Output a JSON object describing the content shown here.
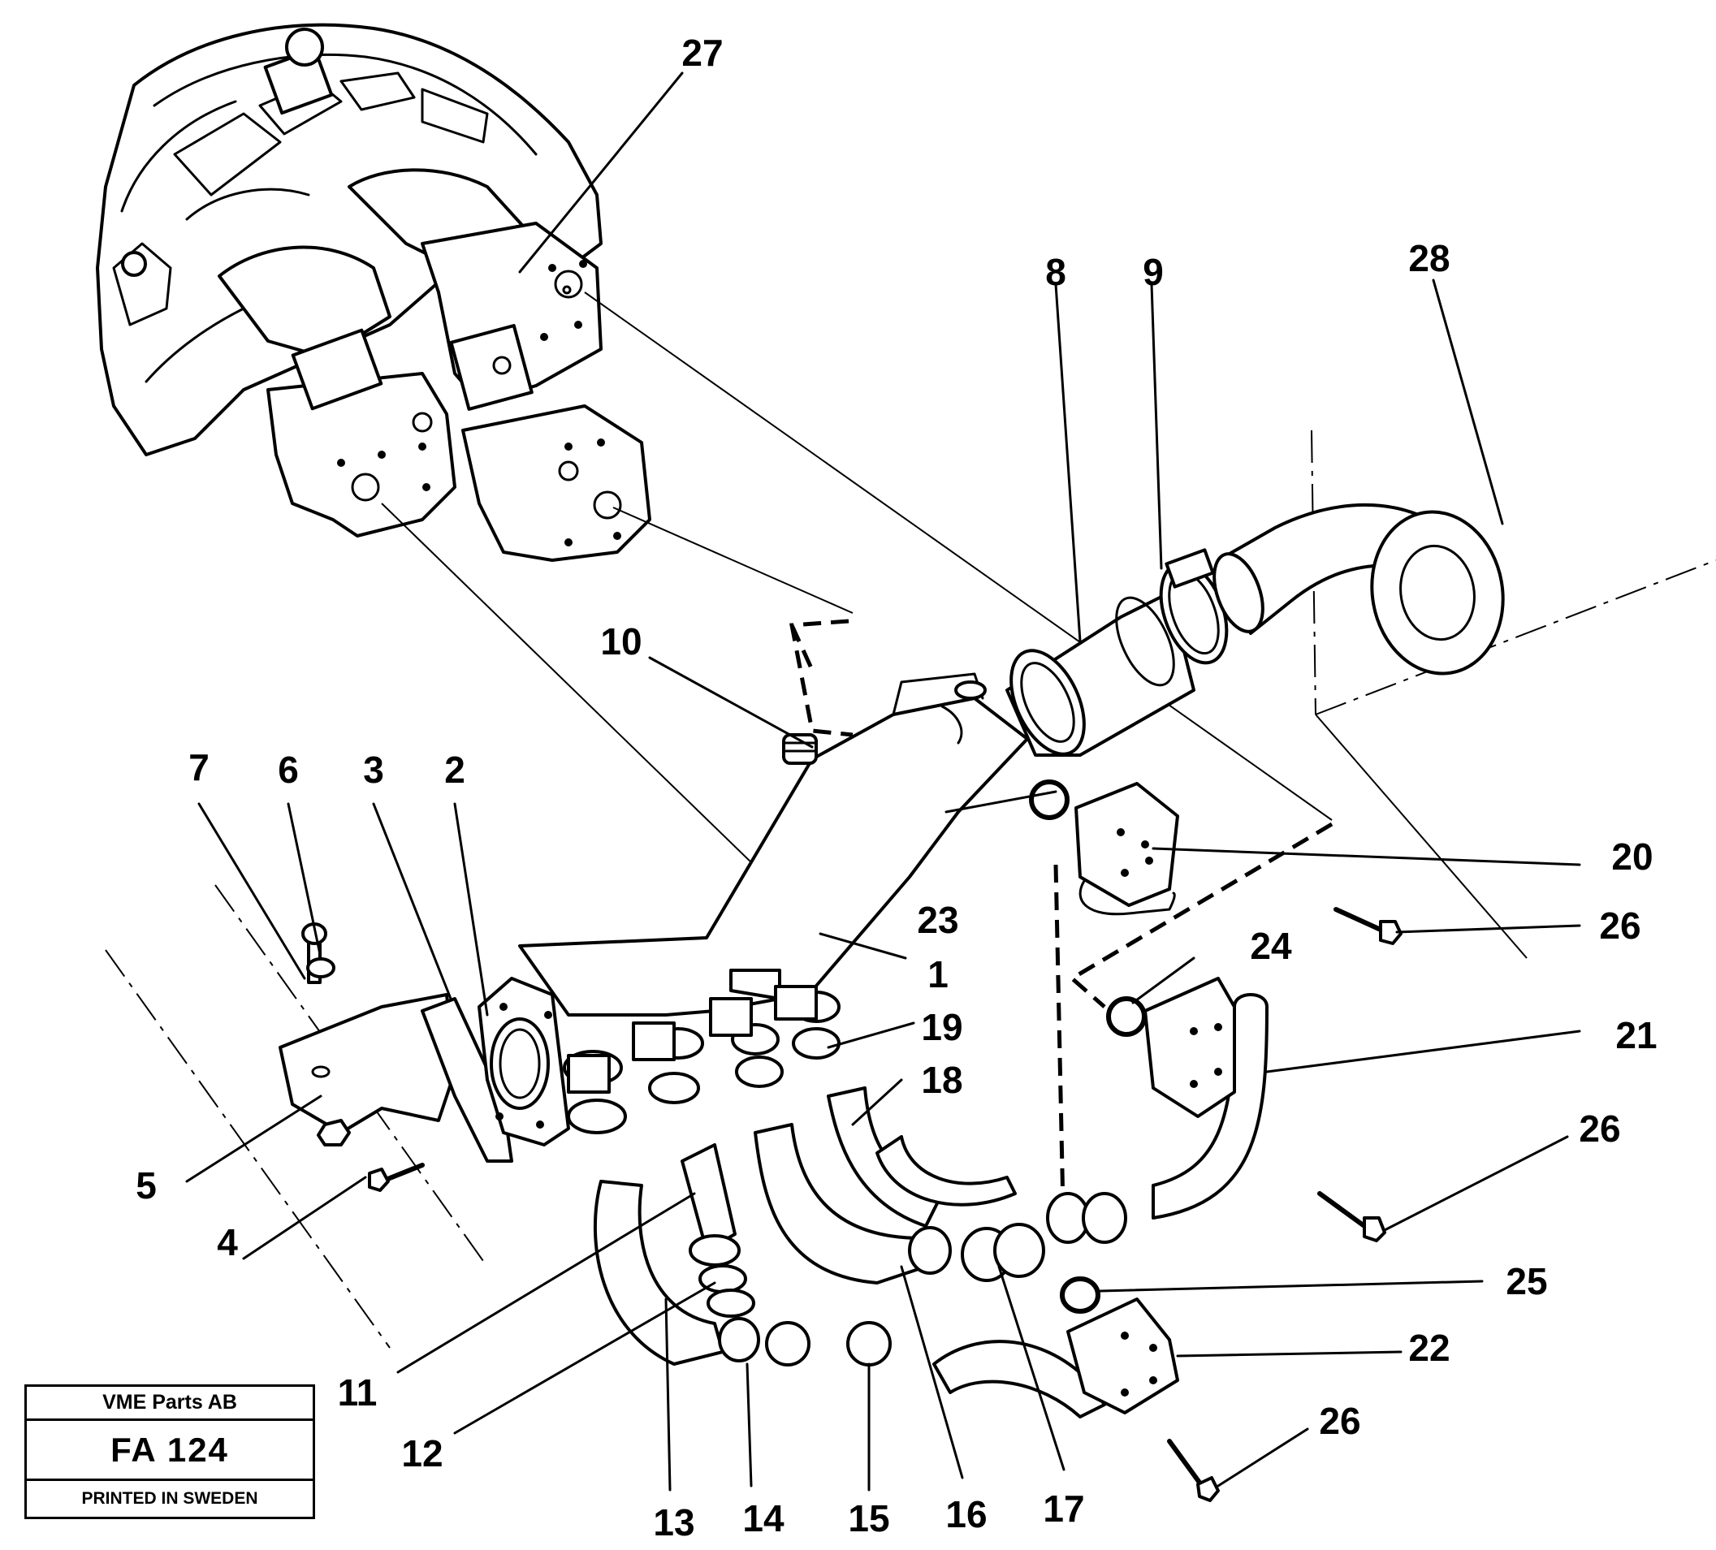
{
  "title_block": {
    "company": "VME Parts AB",
    "code": "FA 124",
    "printed": "PRINTED IN SWEDEN"
  },
  "callouts": [
    "1",
    "2",
    "3",
    "4",
    "5",
    "6",
    "7",
    "8",
    "9",
    "10",
    "11",
    "12",
    "13",
    "14",
    "15",
    "16",
    "17",
    "18",
    "19",
    "20",
    "21",
    "22",
    "23",
    "24",
    "25",
    "26",
    "27",
    "28"
  ]
}
